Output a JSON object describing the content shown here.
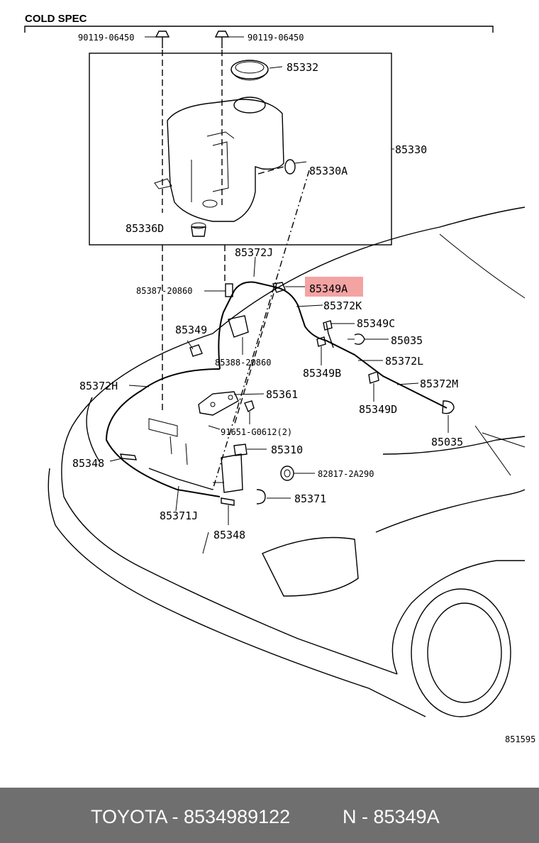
{
  "header": {
    "title": "COLD SPEC"
  },
  "labels": {
    "bolt_left": "90119-06450",
    "bolt_right": "90119-06450",
    "cap": "85332",
    "tank_assembly": "85330",
    "grommet": "85330A",
    "strainer": "85336D",
    "hose_j": "85372J",
    "nozzle_a": "85349A",
    "clamp_20860": "85387-20860",
    "hose_k": "85372K",
    "nozzle_c": "85349C",
    "nozzle_left": "85349",
    "clip_85035_upper": "85035",
    "clip_20860b": "85388-20860",
    "nozzle_b": "85349B",
    "hose_l": "85372L",
    "hose_h": "85372H",
    "bracket": "85361",
    "hose_m": "85372M",
    "nozzle_d": "85349D",
    "screw": "91651-G0612(2)",
    "clip_85035_lower": "85035",
    "joint_left": "85348",
    "pump": "85310",
    "grommet_2": "82817-2A290",
    "hose_j2": "85371J",
    "hose_85371": "85371",
    "joint_bottom": "85348",
    "diagram_id": "851595"
  },
  "highlight": {
    "part": "85349A",
    "color": "#f4a3a3"
  },
  "footer": {
    "left": "TOYOTA - 8534989122",
    "right": "N - 85349A",
    "background": "#6f6f6f"
  }
}
